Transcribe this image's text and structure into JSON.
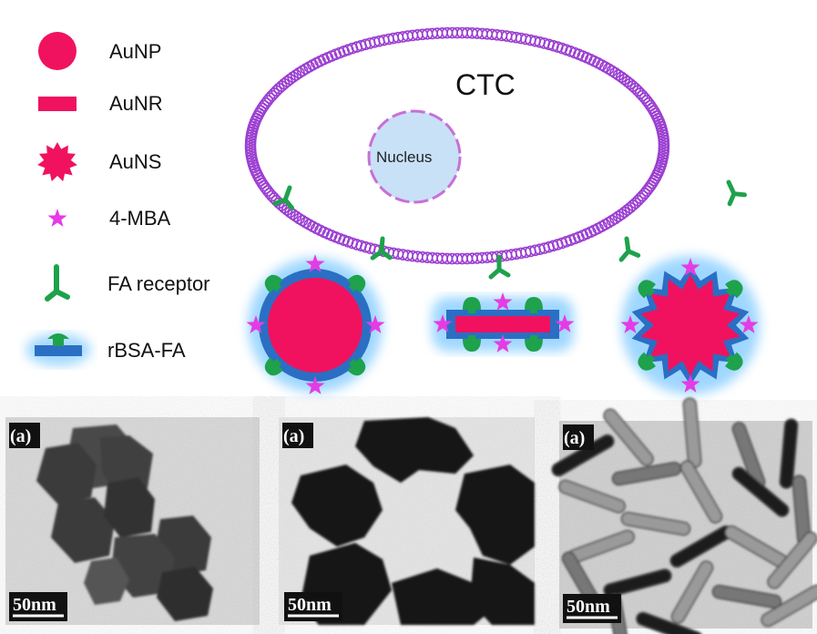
{
  "legend": {
    "items": [
      {
        "id": "aunp",
        "label": "AuNP",
        "icon": "circle-particle-icon"
      },
      {
        "id": "aunr",
        "label": "AuNR",
        "icon": "rod-particle-icon"
      },
      {
        "id": "auns",
        "label": "AuNS",
        "icon": "star-particle-icon"
      },
      {
        "id": "mba",
        "label": "4-MBA",
        "icon": "star-molecule-icon"
      },
      {
        "id": "fa",
        "label": "FA receptor",
        "icon": "y-receptor-icon"
      },
      {
        "id": "rbsa",
        "label": "rBSA-FA",
        "icon": "mushroom-coating-icon"
      }
    ]
  },
  "cell": {
    "title": "CTC",
    "nucleus": "Nucleus"
  },
  "colors": {
    "gold": "#f0125f",
    "mba": "#e53be5",
    "receptor": "#1ea24b",
    "coating": "#2a6fc4",
    "glow": "#8fd0ff",
    "membrane": "#9b3fd1",
    "nucleus_fill": "#c8e1f7",
    "nucleus_edge": "#c86fd8"
  },
  "tem_panels": [
    {
      "id": "nanoparticles",
      "tag": "(a)",
      "scale": "50nm"
    },
    {
      "id": "nanostars",
      "tag": "(a)",
      "scale": "50nm"
    },
    {
      "id": "nanorods",
      "tag": "(a)",
      "scale": "50nm"
    }
  ]
}
